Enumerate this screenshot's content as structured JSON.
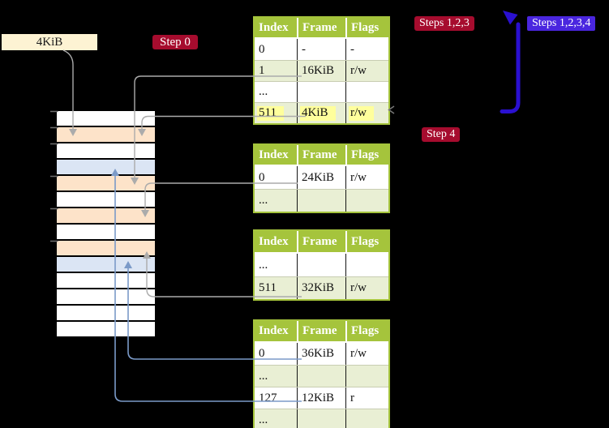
{
  "colors": {
    "background": "#000000",
    "table-green": "#a5c43c",
    "table-row-alt": "#e9efd4",
    "highlight-yellow": "#ffff9c",
    "badge-red": "#a60c2e",
    "badge-blue": "#4a26df",
    "arrow-blue": "#2a10d0",
    "connector-gray": "#ababab",
    "connector-blue": "#7b9ac8",
    "memory-orange": "#fde3c9",
    "memory-blue": "#dbe5f4",
    "memory-white": "#ffffff",
    "frame-label-bg": "#fdf3d3",
    "tick-gray": "#6e6e6e"
  },
  "labels": {
    "frame_size": "4KiB"
  },
  "badges": {
    "step0": "Step 0",
    "steps123": "Steps 1,2,3",
    "steps1234": "Steps 1,2,3,4",
    "step4": "Step 4"
  },
  "memory": {
    "rows": [
      "white",
      "orange",
      "white",
      "blue",
      "orange",
      "white",
      "orange",
      "white",
      "orange",
      "blue",
      "white",
      "white",
      "white",
      "white"
    ]
  },
  "tables": [
    {
      "columns": [
        "Index",
        "Frame",
        "Flags"
      ],
      "rows": [
        {
          "cells": [
            "0",
            "-",
            "-"
          ]
        },
        {
          "cells": [
            "1",
            "16KiB",
            "r/w"
          ]
        },
        {
          "cells": [
            "...",
            "",
            ""
          ]
        },
        {
          "cells": [
            "511",
            "4KiB",
            "r/w"
          ],
          "highlight": true
        }
      ]
    },
    {
      "columns": [
        "Index",
        "Frame",
        "Flags"
      ],
      "rows": [
        {
          "cells": [
            "0",
            "24KiB",
            "r/w"
          ]
        },
        {
          "cells": [
            "...",
            "",
            ""
          ]
        }
      ]
    },
    {
      "columns": [
        "Index",
        "Frame",
        "Flags"
      ],
      "rows": [
        {
          "cells": [
            "...",
            "",
            ""
          ]
        },
        {
          "cells": [
            "511",
            "32KiB",
            "r/w"
          ]
        }
      ]
    },
    {
      "columns": [
        "Index",
        "Frame",
        "Flags"
      ],
      "rows": [
        {
          "cells": [
            "0",
            "36KiB",
            "r/w"
          ]
        },
        {
          "cells": [
            "...",
            "",
            ""
          ]
        },
        {
          "cells": [
            "127",
            "12KiB",
            "r"
          ]
        },
        {
          "cells": [
            "...",
            "",
            ""
          ]
        }
      ]
    }
  ]
}
